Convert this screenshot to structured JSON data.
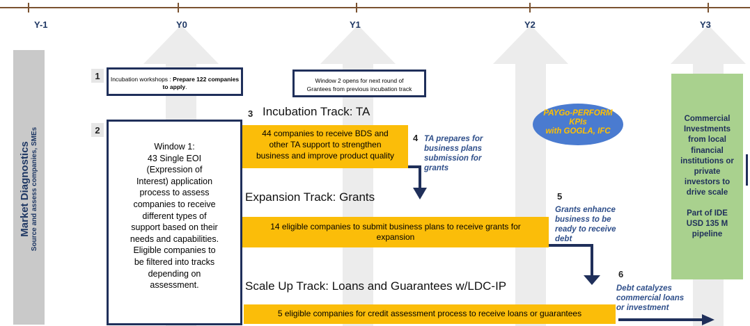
{
  "years": [
    "Y-1",
    "Y0",
    "Y1",
    "Y2",
    "Y3"
  ],
  "market": {
    "title": "Market Diagnostics",
    "subtitle": "Source and assess companies, SMEs"
  },
  "steps": {
    "s1": {
      "num": "1",
      "text": "Incubation workshops : ",
      "bold": "Prepare 122 companies to apply",
      "end": "."
    },
    "s1b": {
      "line1": "Window 2 opens for next round of",
      "line2": "Grantees from previous incubation track"
    },
    "s2": {
      "num": "2",
      "lines": [
        "Window 1:",
        "43 Single EOI",
        "(Expression of",
        "Interest) application",
        "process to assess",
        "companies to receive",
        "different types of",
        "support based on their",
        "needs and capabilities.",
        "Eligible companies to",
        "be filtered into tracks",
        "depending on",
        "assessment."
      ]
    },
    "s3": {
      "num": "3",
      "title": "Incubation Track: TA",
      "lines": [
        "44 companies to receive BDS and",
        "other TA support to strengthen",
        "business and improve product quality"
      ]
    },
    "s4": {
      "num": "4",
      "lines": [
        "TA prepares for",
        "business plans",
        "submission for",
        "grants"
      ]
    },
    "expansion": {
      "title": "Expansion Track: Grants",
      "line1": "14 eligible companies to submit business plans to receive grants for",
      "line2": "expansion"
    },
    "s5": {
      "num": "5",
      "lines": [
        "Grants enhance",
        "business to be",
        "ready to receive",
        "debt"
      ]
    },
    "scaleup": {
      "title": "Scale Up Track: Loans and Guarantees w/LDC-IP",
      "text": "5 eligible companies for credit assessment process to receive loans or guarantees"
    },
    "s6": {
      "num": "6",
      "lines": [
        "Debt catalyzes",
        "commercial loans",
        "or investment"
      ]
    }
  },
  "paygo": {
    "title": "PAYGo-PERFORM",
    "line2": "KPIs",
    "line3": "with GOGLA, IFC"
  },
  "commercial": {
    "lines": [
      "Commercial",
      "Investments",
      "from local",
      "financial",
      "institutions or",
      "private",
      "investors to",
      "drive scale"
    ],
    "part_lines": [
      "Part of IDE",
      "USD  135 M",
      "pipeline"
    ]
  },
  "colors": {
    "navy": "#1f2f5a",
    "gold": "#fbbd09",
    "green": "#a9d18e",
    "paygo_blue": "#4a7bd0",
    "paygo_text": "#ffc000",
    "note_blue": "#2f4f8a"
  }
}
